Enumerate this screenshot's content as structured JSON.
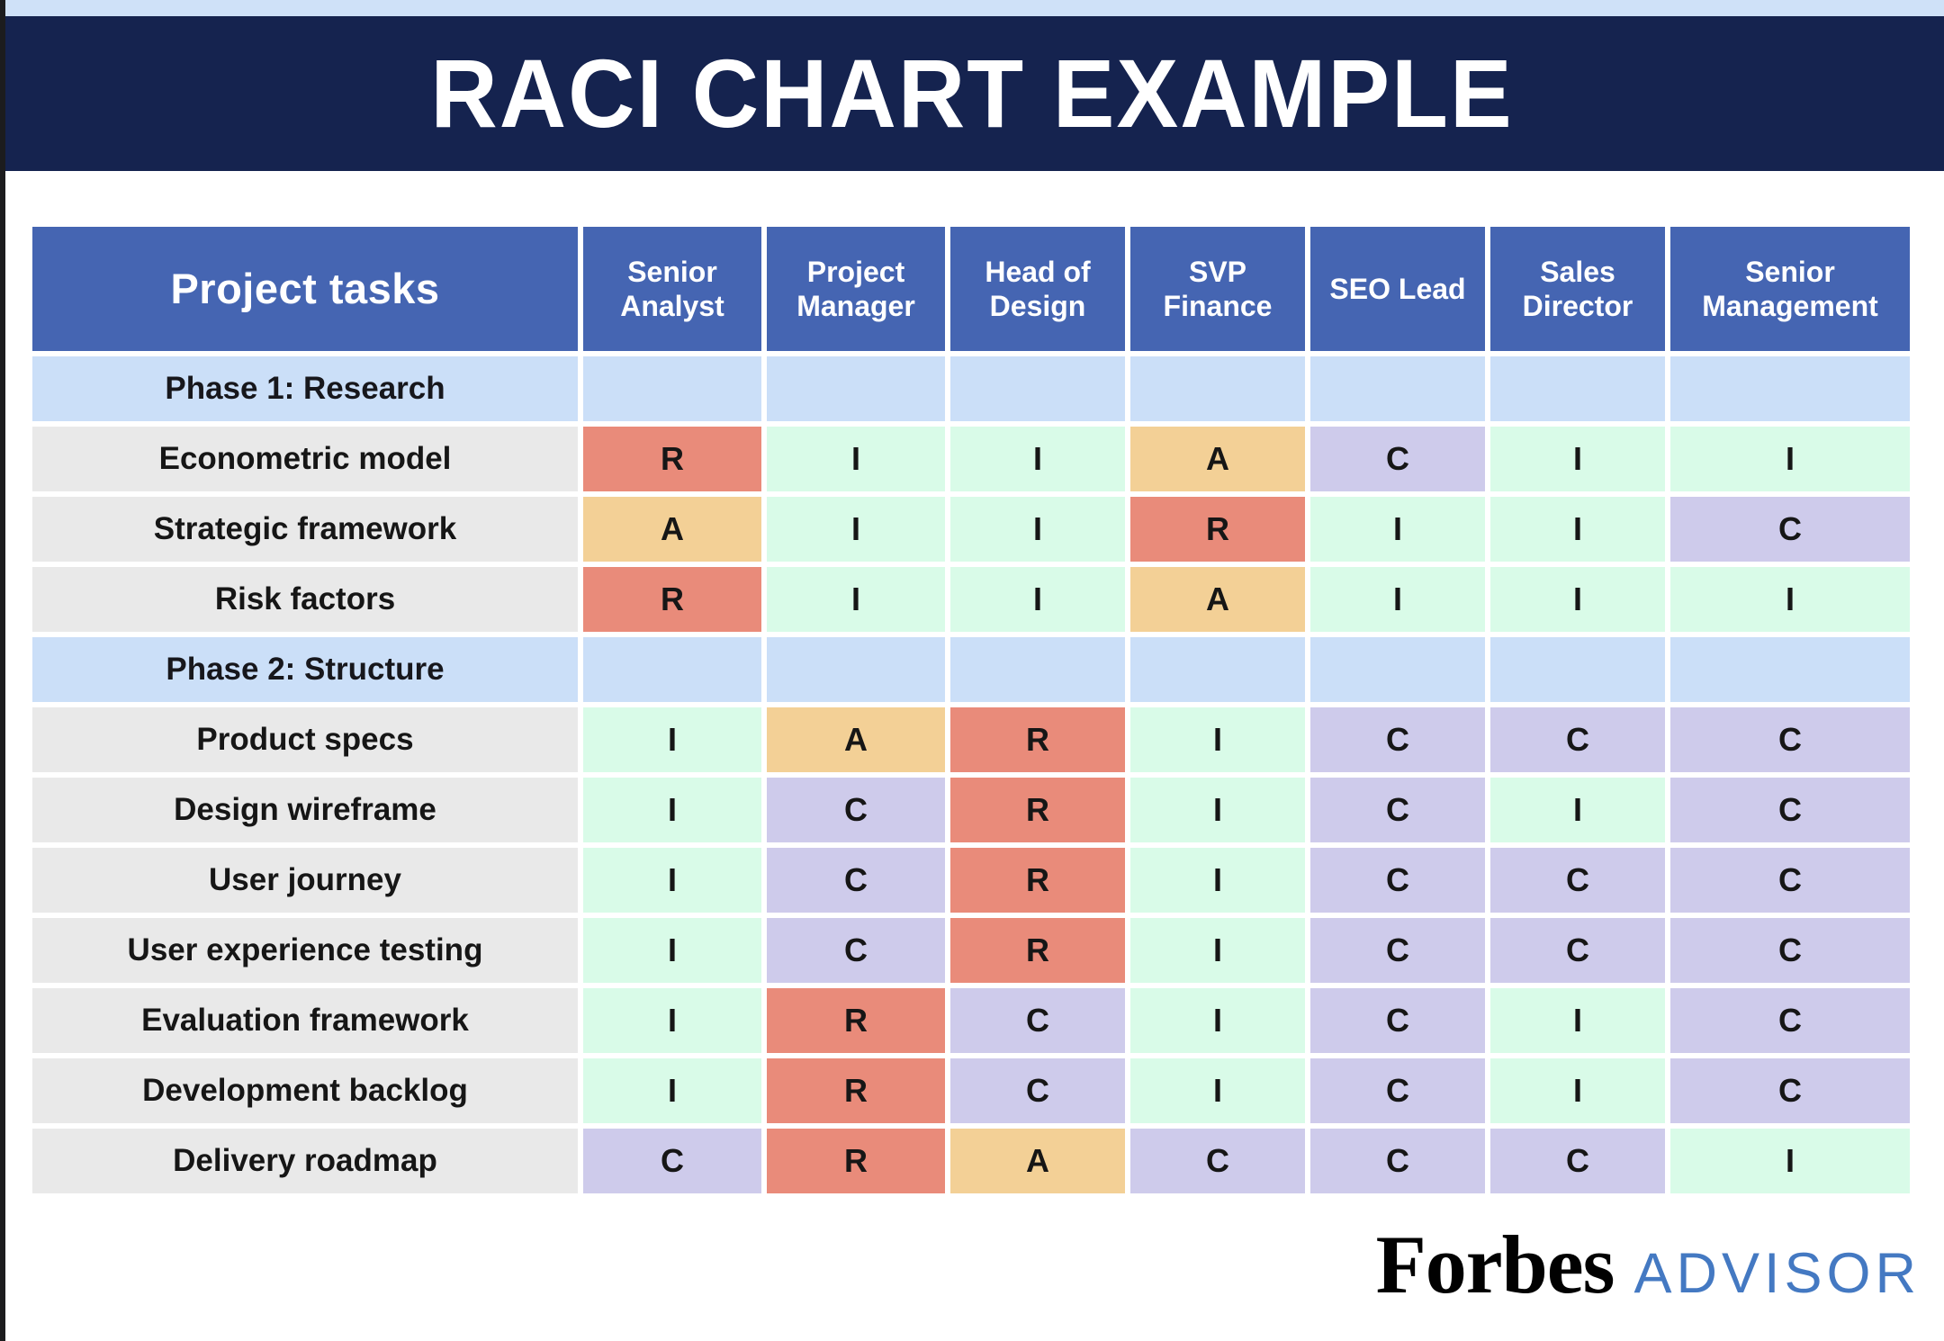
{
  "title": "RACI CHART EXAMPLE",
  "footer": {
    "brand": "Forbes",
    "brand_suffix": "ADVISOR"
  },
  "colors": {
    "title_band": "#15234f",
    "top_strip": "#cfe1f8",
    "header_blue": "#4565b2",
    "phase_row_blue": "#cbdff8",
    "task_label_gray": "#e9e9e9",
    "responsible_red": "#e98b7a",
    "accountable_orange": "#f3d096",
    "consulted_purple": "#cecbeb",
    "informed_green": "#d9fbe8",
    "advisor_blue": "#4479c2"
  },
  "chart_data": {
    "type": "table",
    "title": "RACI CHART EXAMPLE",
    "task_column_header": "Project tasks",
    "columns": [
      "Senior Analyst",
      "Project Manager",
      "Head of Design",
      "SVP Finance",
      "SEO Lead",
      "Sales Director",
      "Senior Management"
    ],
    "rows": [
      {
        "type": "phase",
        "label": "Phase 1: Research",
        "values": [
          "",
          "",
          "",
          "",
          "",
          "",
          ""
        ]
      },
      {
        "type": "task",
        "label": "Econometric model",
        "values": [
          "R",
          "I",
          "I",
          "A",
          "C",
          "I",
          "I"
        ]
      },
      {
        "type": "task",
        "label": "Strategic framework",
        "values": [
          "A",
          "I",
          "I",
          "R",
          "I",
          "I",
          "C"
        ]
      },
      {
        "type": "task",
        "label": "Risk factors",
        "values": [
          "R",
          "I",
          "I",
          "A",
          "I",
          "I",
          "I"
        ]
      },
      {
        "type": "phase",
        "label": "Phase 2: Structure",
        "values": [
          "",
          "",
          "",
          "",
          "",
          "",
          ""
        ]
      },
      {
        "type": "task",
        "label": "Product specs",
        "values": [
          "I",
          "A",
          "R",
          "I",
          "C",
          "C",
          "C"
        ]
      },
      {
        "type": "task",
        "label": "Design wireframe",
        "values": [
          "I",
          "C",
          "R",
          "I",
          "C",
          "I",
          "C"
        ]
      },
      {
        "type": "task",
        "label": "User journey",
        "values": [
          "I",
          "C",
          "R",
          "I",
          "C",
          "C",
          "C"
        ]
      },
      {
        "type": "task",
        "label": "User experience testing",
        "values": [
          "I",
          "C",
          "R",
          "I",
          "C",
          "C",
          "C"
        ]
      },
      {
        "type": "task",
        "label": "Evaluation framework",
        "values": [
          "I",
          "R",
          "C",
          "I",
          "C",
          "I",
          "C"
        ]
      },
      {
        "type": "task",
        "label": "Development backlog",
        "values": [
          "I",
          "R",
          "C",
          "I",
          "C",
          "I",
          "C"
        ]
      },
      {
        "type": "task",
        "label": "Delivery roadmap",
        "values": [
          "C",
          "R",
          "A",
          "C",
          "C",
          "C",
          "I"
        ]
      }
    ]
  }
}
